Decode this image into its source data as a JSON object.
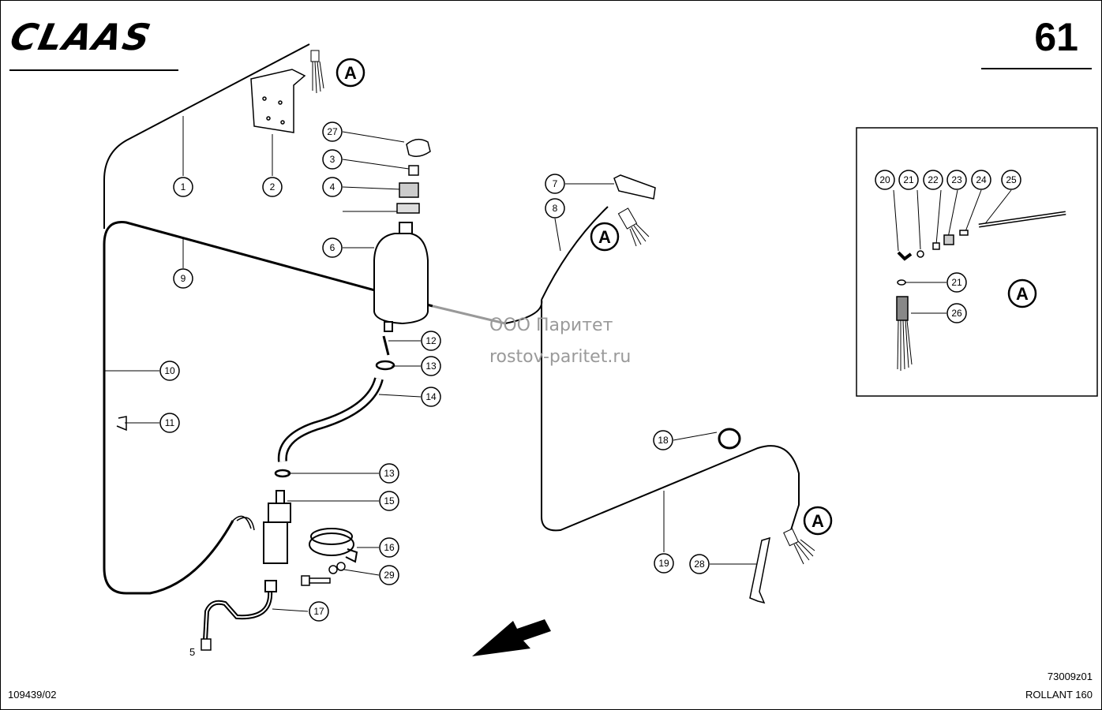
{
  "header": {
    "brand": "CLAAS",
    "page_number": "61"
  },
  "footer": {
    "drawing_id": "73009z01",
    "model": "ROLLANT 160",
    "document_id": "109439/02"
  },
  "watermark": {
    "line1": "ООО Паритет",
    "line2": "rostov-paritet.ru"
  },
  "callouts": [
    "1",
    "2",
    "3",
    "4",
    "5",
    "6",
    "7",
    "8",
    "9",
    "10",
    "11",
    "12",
    "13",
    "13",
    "14",
    "15",
    "16",
    "17",
    "18",
    "19",
    "20",
    "21",
    "21",
    "22",
    "23",
    "24",
    "25",
    "26",
    "27",
    "28",
    "29"
  ],
  "view_marker": "A",
  "colors": {
    "ink": "#000000",
    "watermark": "#9a9a9a"
  }
}
